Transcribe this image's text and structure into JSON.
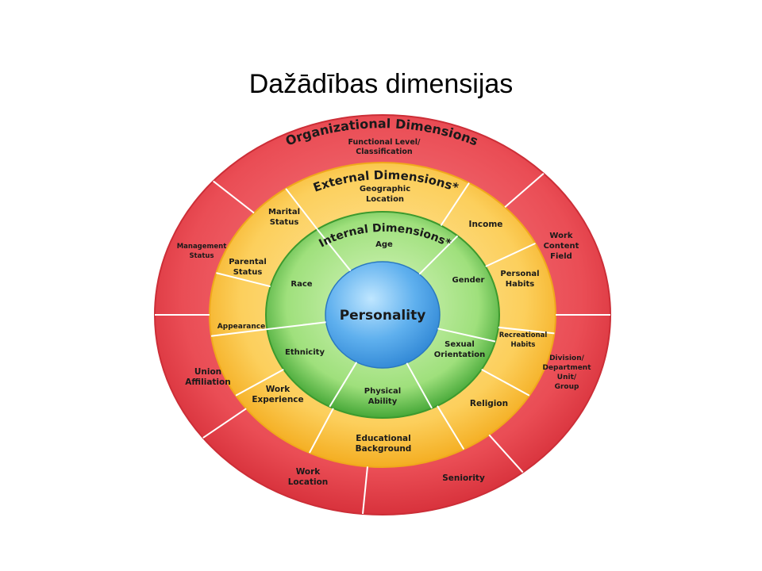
{
  "slide": {
    "title": "Dažādības dimensijas"
  },
  "diagram": {
    "core": {
      "label": "Personality",
      "color": "#4a9be0"
    },
    "rings": {
      "internal": {
        "title": "Internal Dimensions*",
        "color": "#4caf3a",
        "segments": [
          [
            "Age"
          ],
          [
            "Gender"
          ],
          [
            "Sexual",
            "Orientation"
          ],
          [
            "Physical",
            "Ability"
          ],
          [
            "Ethnicity"
          ],
          [
            "Race"
          ]
        ]
      },
      "external": {
        "title": "External Dimensions*",
        "color": "#f7b52a",
        "segments": [
          [
            "Geographic",
            "Location"
          ],
          [
            "Income"
          ],
          [
            "Personal",
            "Habits"
          ],
          [
            "Recreational",
            "Habits"
          ],
          [
            "Religion"
          ],
          [
            "Educational",
            "Background"
          ],
          [
            "Work",
            "Experience"
          ],
          [
            "Appearance"
          ],
          [
            "Parental",
            "Status"
          ],
          [
            "Marital",
            "Status"
          ]
        ]
      },
      "organizational": {
        "title": "Organizational Dimensions",
        "color": "#e8414b",
        "segments": [
          [
            "Functional Level/",
            "Classification"
          ],
          [
            "Work",
            "Content",
            "Field"
          ],
          [
            "Division/",
            "Department",
            "Unit/",
            "Group"
          ],
          [
            "Seniority"
          ],
          [
            "Work",
            "Location"
          ],
          [
            "Union",
            "Affiliation"
          ],
          [
            "Management",
            "Status"
          ]
        ]
      }
    }
  }
}
